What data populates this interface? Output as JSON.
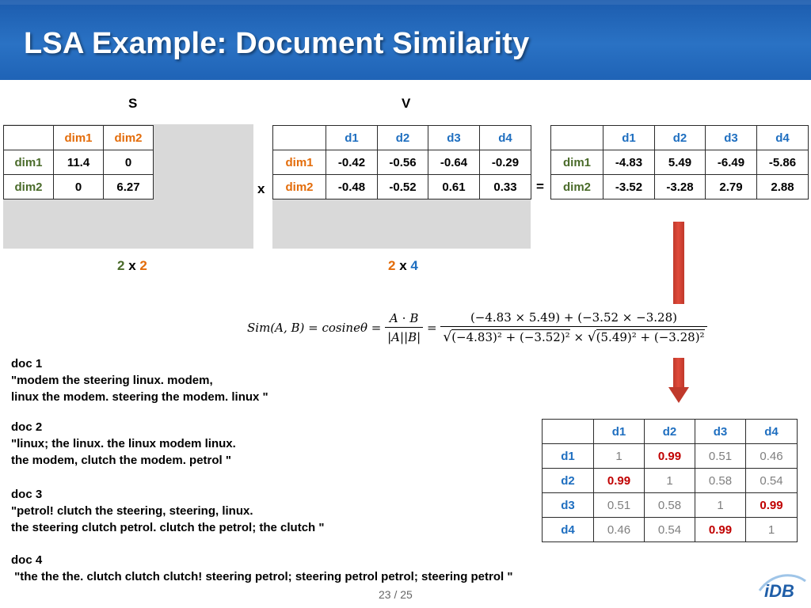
{
  "slide": {
    "title": "LSA Example: Document Similarity",
    "page": {
      "text": "23 / 25"
    }
  },
  "matrix_s": {
    "label": "S",
    "header": [
      "",
      "dim1",
      "dim2"
    ],
    "rows": [
      [
        "dim1",
        "11.4",
        "0"
      ],
      [
        "dim2",
        "0",
        "6.27"
      ]
    ],
    "dims": {
      "rows": "2",
      "times": "x",
      "cols": "2"
    }
  },
  "operators": {
    "multiply": "x",
    "equals": "="
  },
  "matrix_v": {
    "label": "V",
    "header": [
      "",
      "d1",
      "d2",
      "d3",
      "d4"
    ],
    "rows": [
      [
        "dim1",
        "-0.42",
        "-0.56",
        "-0.64",
        "-0.29"
      ],
      [
        "dim2",
        "-0.48",
        "-0.52",
        "0.61",
        "0.33"
      ]
    ],
    "dims": {
      "rows": "2",
      "times": "x",
      "cols": "4"
    }
  },
  "matrix_sv": {
    "header": [
      "",
      "d1",
      "d2",
      "d3",
      "d4"
    ],
    "rows": [
      [
        "dim1",
        "-4.83",
        "5.49",
        "-6.49",
        "-5.86"
      ],
      [
        "dim2",
        "-3.52",
        "-3.28",
        "2.79",
        "2.88"
      ]
    ]
  },
  "formula": {
    "lhs": "Sim(A, B) = cosineθ =",
    "num1": "A ⋅ B",
    "den1": "|A||B|",
    "eq": "=",
    "num2": "(−4.83 × 5.49) + (−3.52 × −3.28)",
    "den2a": "(−4.83)² + (−3.52)²",
    "times": "×",
    "den2b": "(5.49)² + (−3.28)²"
  },
  "docs": [
    {
      "label": "doc 1",
      "lines": [
        "\"modem the steering linux. modem,",
        "linux the modem. steering the modem. linux \""
      ]
    },
    {
      "label": "doc 2",
      "lines": [
        "\"linux; the linux. the linux modem linux.",
        "the modem, clutch the modem. petrol \""
      ]
    },
    {
      "label": "doc 3",
      "lines": [
        "\"petrol! clutch the steering, steering, linux.",
        "the steering clutch petrol. clutch the petrol; the clutch \""
      ]
    },
    {
      "label": "doc 4",
      "lines": [
        " \"the the the. clutch clutch clutch! steering petrol; steering petrol petrol; steering petrol \""
      ]
    }
  ],
  "similarity": {
    "header": [
      "",
      "d1",
      "d2",
      "d3",
      "d4"
    ],
    "rows": [
      [
        "d1",
        "1",
        "0.99",
        "0.51",
        "0.46"
      ],
      [
        "d2",
        "0.99",
        "1",
        "0.58",
        "0.54"
      ],
      [
        "d3",
        "0.51",
        "0.58",
        "1",
        "0.99"
      ],
      [
        "d4",
        "0.46",
        "0.54",
        "0.99",
        "1"
      ]
    ],
    "highlight_color": "#c00000"
  },
  "colors": {
    "header_blue": "#1f63b6",
    "dim_green": "#4a6b2a",
    "dim_orange": "#e36c0a",
    "doc_blue": "#1f6fc0",
    "arrow_red": "#c0392b"
  },
  "logo": {
    "text": "iDB"
  }
}
